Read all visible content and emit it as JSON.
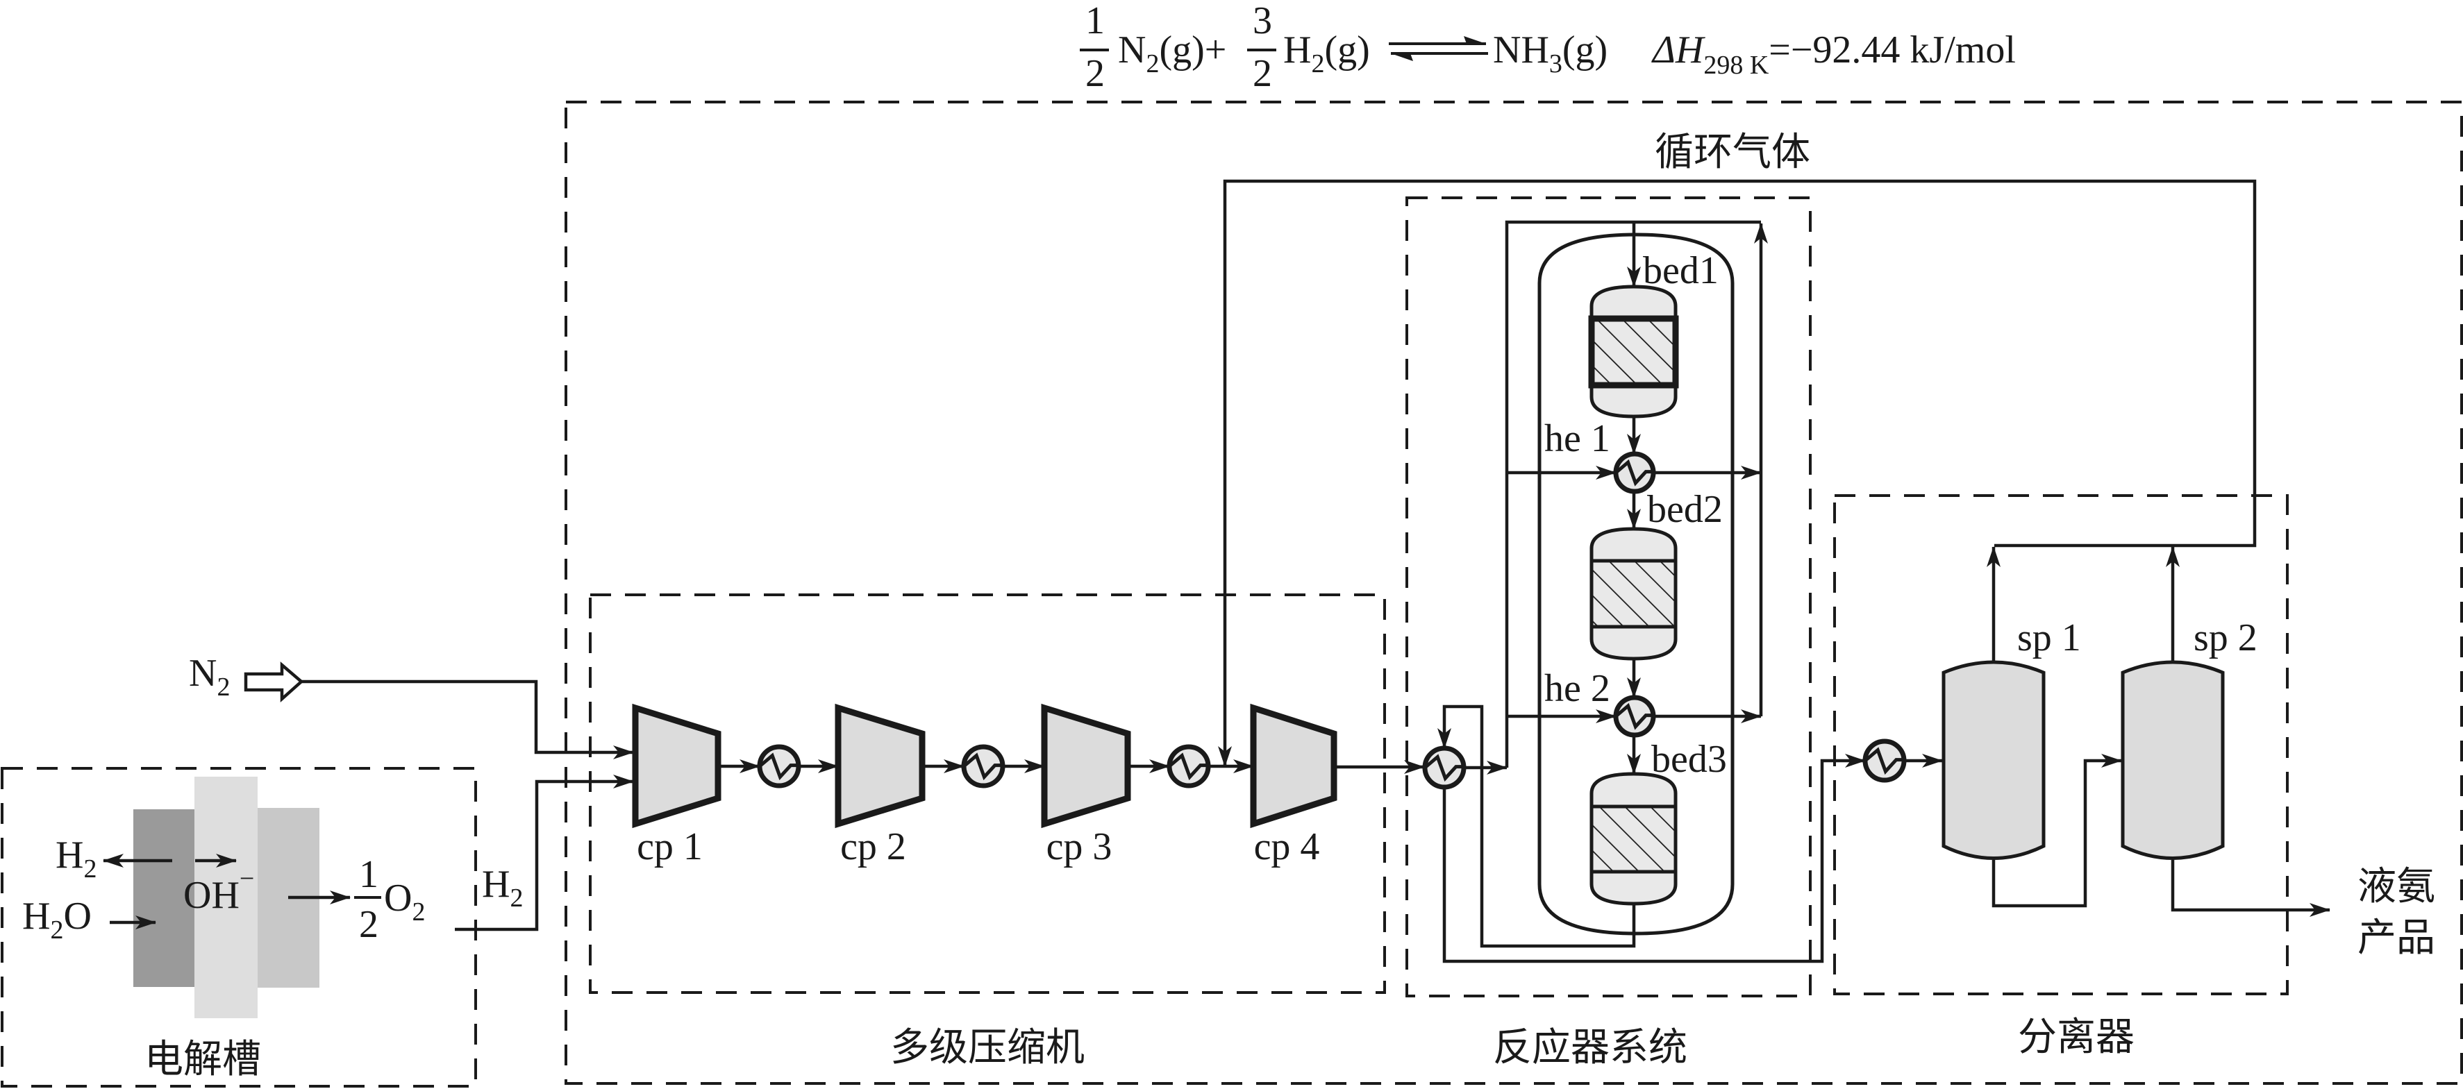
{
  "equation": {
    "coef_n2": {
      "num": "1",
      "den": "2"
    },
    "n2": {
      "base": "N",
      "sub": "2",
      "state": "(g)"
    },
    "plus": "+",
    "coef_h2": {
      "num": "3",
      "den": "2"
    },
    "h2": {
      "base": "H",
      "sub": "2",
      "state": "(g)"
    },
    "nh3": {
      "base": "NH",
      "sub": "3",
      "state": "(g)"
    },
    "dh_symbol": "ΔH",
    "dh_sub": "298 K",
    "dh_value": "=−92.44 kJ/mol"
  },
  "sections": {
    "electrolyzer": "电解槽",
    "compressor": "多级压缩机",
    "reactor": "反应器系统",
    "separator": "分离器",
    "recycle": "循环气体",
    "product_line1": "液氨",
    "product_line2": "产品"
  },
  "electrolyzer": {
    "h2_out": {
      "base": "H",
      "sub": "2"
    },
    "h2o_in": {
      "base": "H",
      "sub": "2",
      "tail": "O"
    },
    "oh": {
      "base": "OH",
      "sup": "−"
    },
    "o2_out": {
      "num": "1",
      "den": "2",
      "base": "O",
      "sub": "2"
    },
    "plate_colors": [
      "#9a9a9a",
      "#dedede",
      "#c8c8c8"
    ]
  },
  "feeds": {
    "n2": {
      "base": "N",
      "sub": "2"
    },
    "h2": {
      "base": "H",
      "sub": "2"
    }
  },
  "compressors": [
    {
      "label": "cp 1"
    },
    {
      "label": "cp 2"
    },
    {
      "label": "cp 3"
    },
    {
      "label": "cp 4"
    }
  ],
  "reactor": {
    "beds": [
      {
        "label": "bed1"
      },
      {
        "label": "bed2"
      },
      {
        "label": "bed3"
      }
    ],
    "exchangers": [
      {
        "label": "he 1"
      },
      {
        "label": "he 2"
      }
    ]
  },
  "separators": [
    {
      "label": "sp 1"
    },
    {
      "label": "sp 2"
    }
  ]
}
